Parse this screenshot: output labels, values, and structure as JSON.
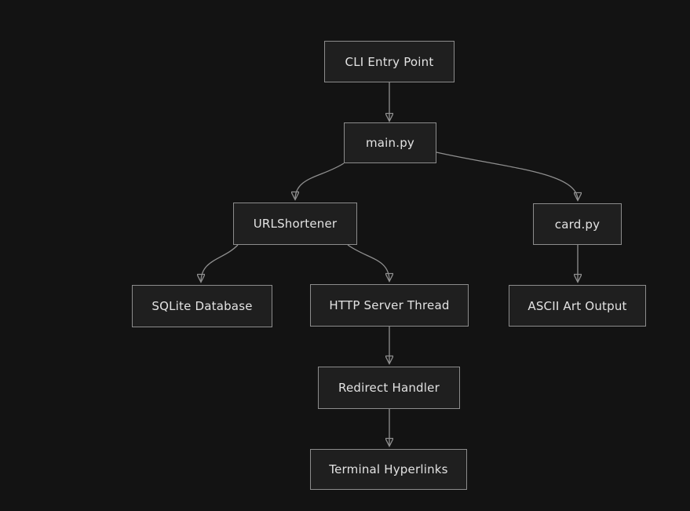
{
  "diagram": {
    "type": "flowchart",
    "direction": "top-down",
    "nodes": [
      {
        "id": "cli-entry-point",
        "label": "CLI Entry Point"
      },
      {
        "id": "main-py",
        "label": "main.py"
      },
      {
        "id": "urlshortener",
        "label": "URLShortener"
      },
      {
        "id": "card-py",
        "label": "card.py"
      },
      {
        "id": "sqlite-database",
        "label": "SQLite Database"
      },
      {
        "id": "http-server-thread",
        "label": "HTTP Server Thread"
      },
      {
        "id": "ascii-art-output",
        "label": "ASCII Art Output"
      },
      {
        "id": "redirect-handler",
        "label": "Redirect Handler"
      },
      {
        "id": "terminal-hyperlinks",
        "label": "Terminal Hyperlinks"
      }
    ],
    "edges": [
      {
        "from": "CLI Entry Point",
        "to": "main.py"
      },
      {
        "from": "main.py",
        "to": "URLShortener"
      },
      {
        "from": "main.py",
        "to": "card.py"
      },
      {
        "from": "URLShortener",
        "to": "SQLite Database"
      },
      {
        "from": "URLShortener",
        "to": "HTTP Server Thread"
      },
      {
        "from": "card.py",
        "to": "ASCII Art Output"
      },
      {
        "from": "HTTP Server Thread",
        "to": "Redirect Handler"
      },
      {
        "from": "Redirect Handler",
        "to": "Terminal Hyperlinks"
      }
    ],
    "colors": {
      "background": "#131313",
      "node_fill": "#1f1f1f",
      "node_border": "#8c8c8c",
      "node_text": "#e3e3e3",
      "edge_stroke": "#8f8f8f",
      "arrowhead": "#cfcfcf"
    }
  }
}
